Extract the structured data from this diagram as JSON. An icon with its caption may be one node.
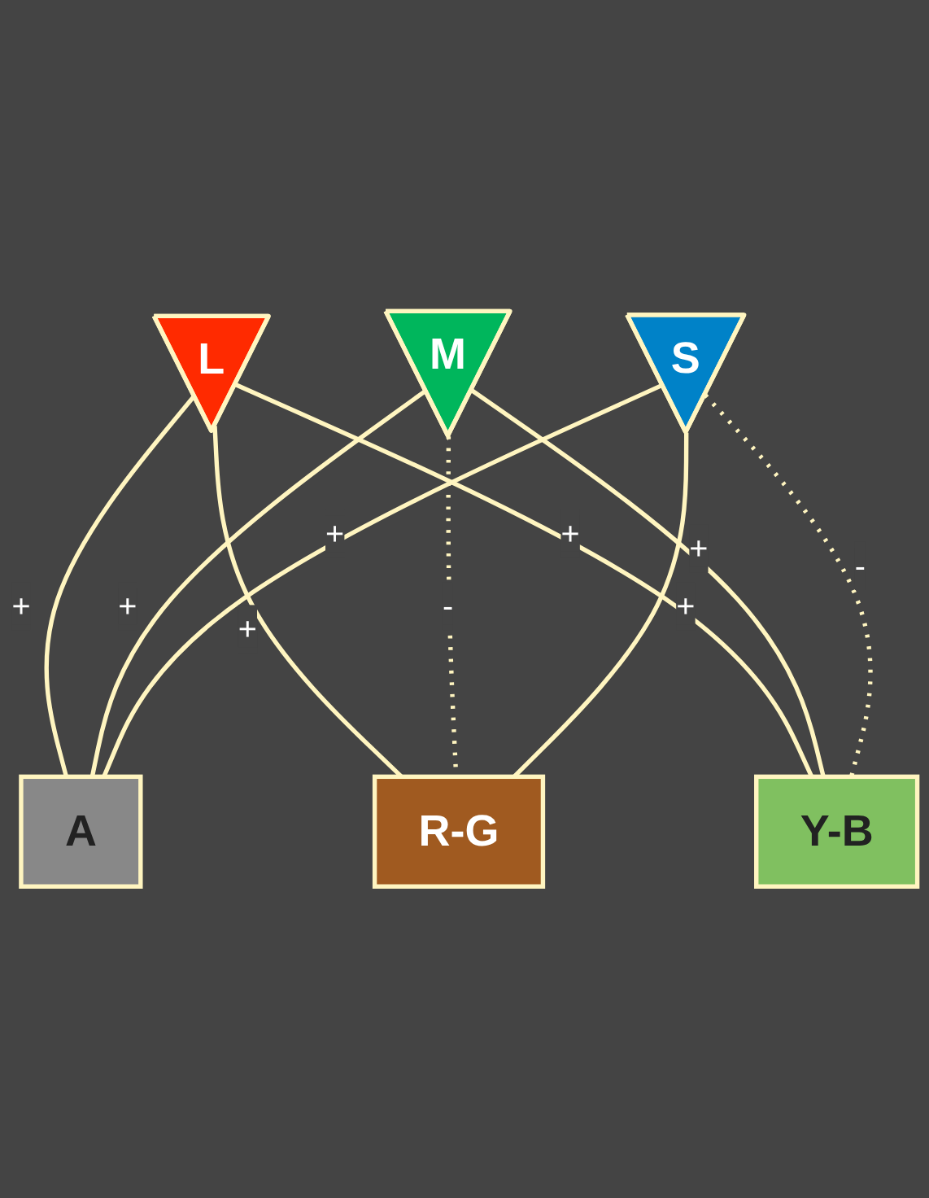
{
  "diagram": {
    "nodes": [
      {
        "text": [
          "L"
        ]
      },
      {
        "text": [
          "M"
        ]
      },
      {
        "text": [
          "S"
        ]
      },
      {
        "text": [
          "A"
        ]
      },
      {
        "text": [
          "R-G"
        ]
      },
      {
        "text": [
          "Y-B"
        ]
      }
    ],
    "edges": [
      {
        "from": 0,
        "to": 3,
        "arrow": "none",
        "label": "+"
      },
      {
        "from": 1,
        "to": 3,
        "arrow": "none",
        "label": "+"
      },
      {
        "from": 2,
        "to": 3,
        "arrow": "none",
        "label": "+"
      },
      {
        "from": 0,
        "to": 4,
        "arrow": "none",
        "label": "+"
      },
      {
        "from": 1,
        "to": 4,
        "arrow": "none",
        "label": "-",
        "style": "dashed"
      },
      {
        "from": 2,
        "to": 4,
        "arrow": "none",
        "label": "+"
      },
      {
        "from": 0,
        "to": 5,
        "arrow": "none",
        "label": "+"
      },
      {
        "from": 1,
        "to": 5,
        "arrow": "none",
        "label": "+"
      },
      {
        "from": 2,
        "to": 5,
        "arrow": "none",
        "label": "-",
        "style": "dashed"
      }
    ]
  }
}
